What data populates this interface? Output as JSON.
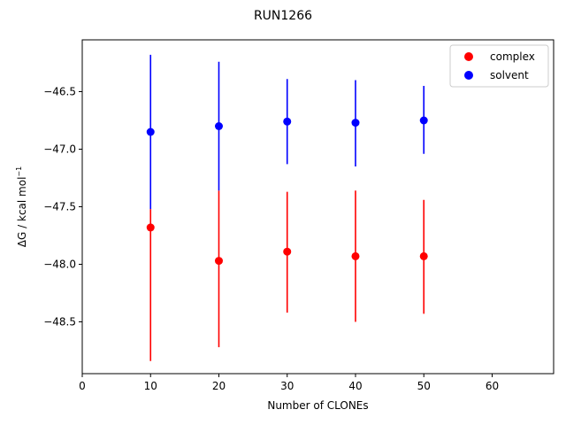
{
  "chart_data": {
    "type": "scatter",
    "title": "RUN1266",
    "xlabel": "Number of CLONEs",
    "ylabel_main": "ΔG / kcal mol",
    "ylabel_sup": "−1",
    "xlim": [
      0,
      69
    ],
    "ylim": [
      -48.95,
      -46.05
    ],
    "xticks": [
      0,
      10,
      20,
      30,
      40,
      50,
      60
    ],
    "xtick_labels": [
      "0",
      "10",
      "20",
      "30",
      "40",
      "50",
      "60"
    ],
    "yticks": [
      -48.5,
      -48.0,
      -47.5,
      -47.0,
      -46.5
    ],
    "ytick_labels": [
      "−48.5",
      "−48.0",
      "−47.5",
      "−47.0",
      "−46.5"
    ],
    "grid": false,
    "legend_position": "top-right",
    "series": [
      {
        "name": "complex",
        "color": "#ff0000",
        "x": [
          10,
          20,
          30,
          40,
          50
        ],
        "y": [
          -47.68,
          -47.97,
          -47.89,
          -47.93,
          -47.93
        ],
        "yerr_low": [
          -48.84,
          -48.72,
          -48.42,
          -48.5,
          -48.43
        ],
        "yerr_high": [
          -47.52,
          -47.36,
          -47.37,
          -47.36,
          -47.44
        ]
      },
      {
        "name": "solvent",
        "color": "#0000ff",
        "x": [
          10,
          20,
          30,
          40,
          50
        ],
        "y": [
          -46.85,
          -46.8,
          -46.76,
          -46.77,
          -46.75
        ],
        "yerr_low": [
          -47.52,
          -47.36,
          -47.13,
          -47.15,
          -47.04
        ],
        "yerr_high": [
          -46.18,
          -46.24,
          -46.39,
          -46.4,
          -46.45
        ]
      }
    ]
  }
}
